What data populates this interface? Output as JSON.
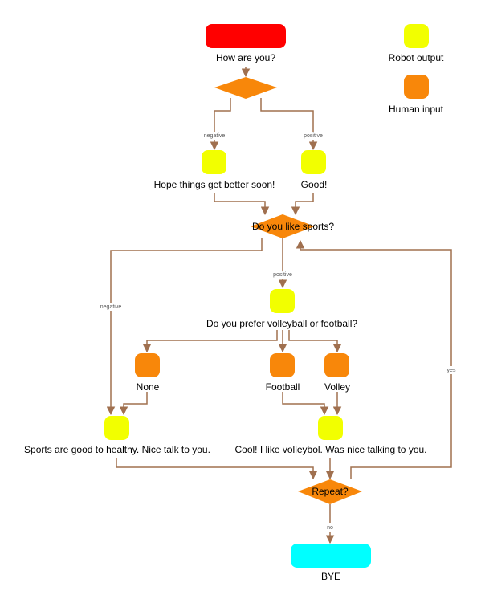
{
  "colors": {
    "start": "#ff0000",
    "robot": "#f2ff00",
    "human": "#f8870a",
    "decision": "#f8870a",
    "end": "#00ffff",
    "edge": "#a0704f",
    "edge_label_bg": "#ffffff"
  },
  "legend": {
    "robot_label": "Robot output",
    "human_label": "Human input"
  },
  "nodes": {
    "start_label": "How are you?",
    "mood_decision_label": "",
    "hope_label": "Hope things get better soon!",
    "good_label": "Good!",
    "sports_decision_label": "Do you like sports?",
    "prefer_label": "Do you prefer volleyball  or football?",
    "none_label": "None",
    "football_label": "Football",
    "volley_label": "Volley",
    "sports_good_label": "Sports are good to healthy. Nice talk to you.",
    "cool_label": "Cool! I like volleybol. Was nice talking to you.",
    "repeat_label": "Repeat?",
    "bye_label": "BYE"
  },
  "edges": {
    "negative_1": "negative",
    "positive_1": "positive",
    "positive_2": "positive",
    "negative_2": "negative",
    "yes": "yes",
    "no": "no"
  }
}
